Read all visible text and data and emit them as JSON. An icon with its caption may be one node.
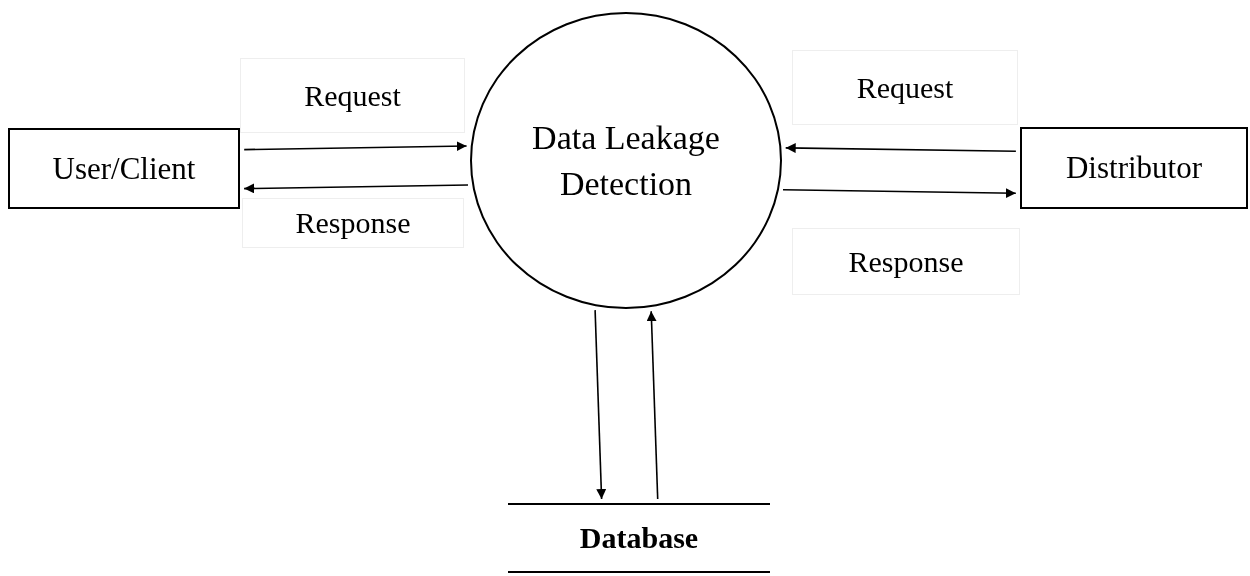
{
  "diagram": {
    "nodes": [
      {
        "text": [
          "User/Client"
        ]
      },
      {
        "text": [
          "Data Leakage Detection"
        ]
      },
      {
        "text": [
          "Distributor"
        ]
      },
      {
        "text": [
          "Database"
        ]
      }
    ],
    "edges": [
      {
        "from": 0,
        "to": 1,
        "arrow": "to",
        "label": "Request"
      },
      {
        "from": 1,
        "to": 0,
        "arrow": "to",
        "label": "Response"
      },
      {
        "from": 2,
        "to": 1,
        "arrow": "to",
        "label": "Request"
      },
      {
        "from": 1,
        "to": 2,
        "arrow": "to",
        "label": "Response"
      },
      {
        "from": 1,
        "to": 3,
        "arrow": "to"
      },
      {
        "from": 3,
        "to": 1,
        "arrow": "to"
      }
    ]
  }
}
